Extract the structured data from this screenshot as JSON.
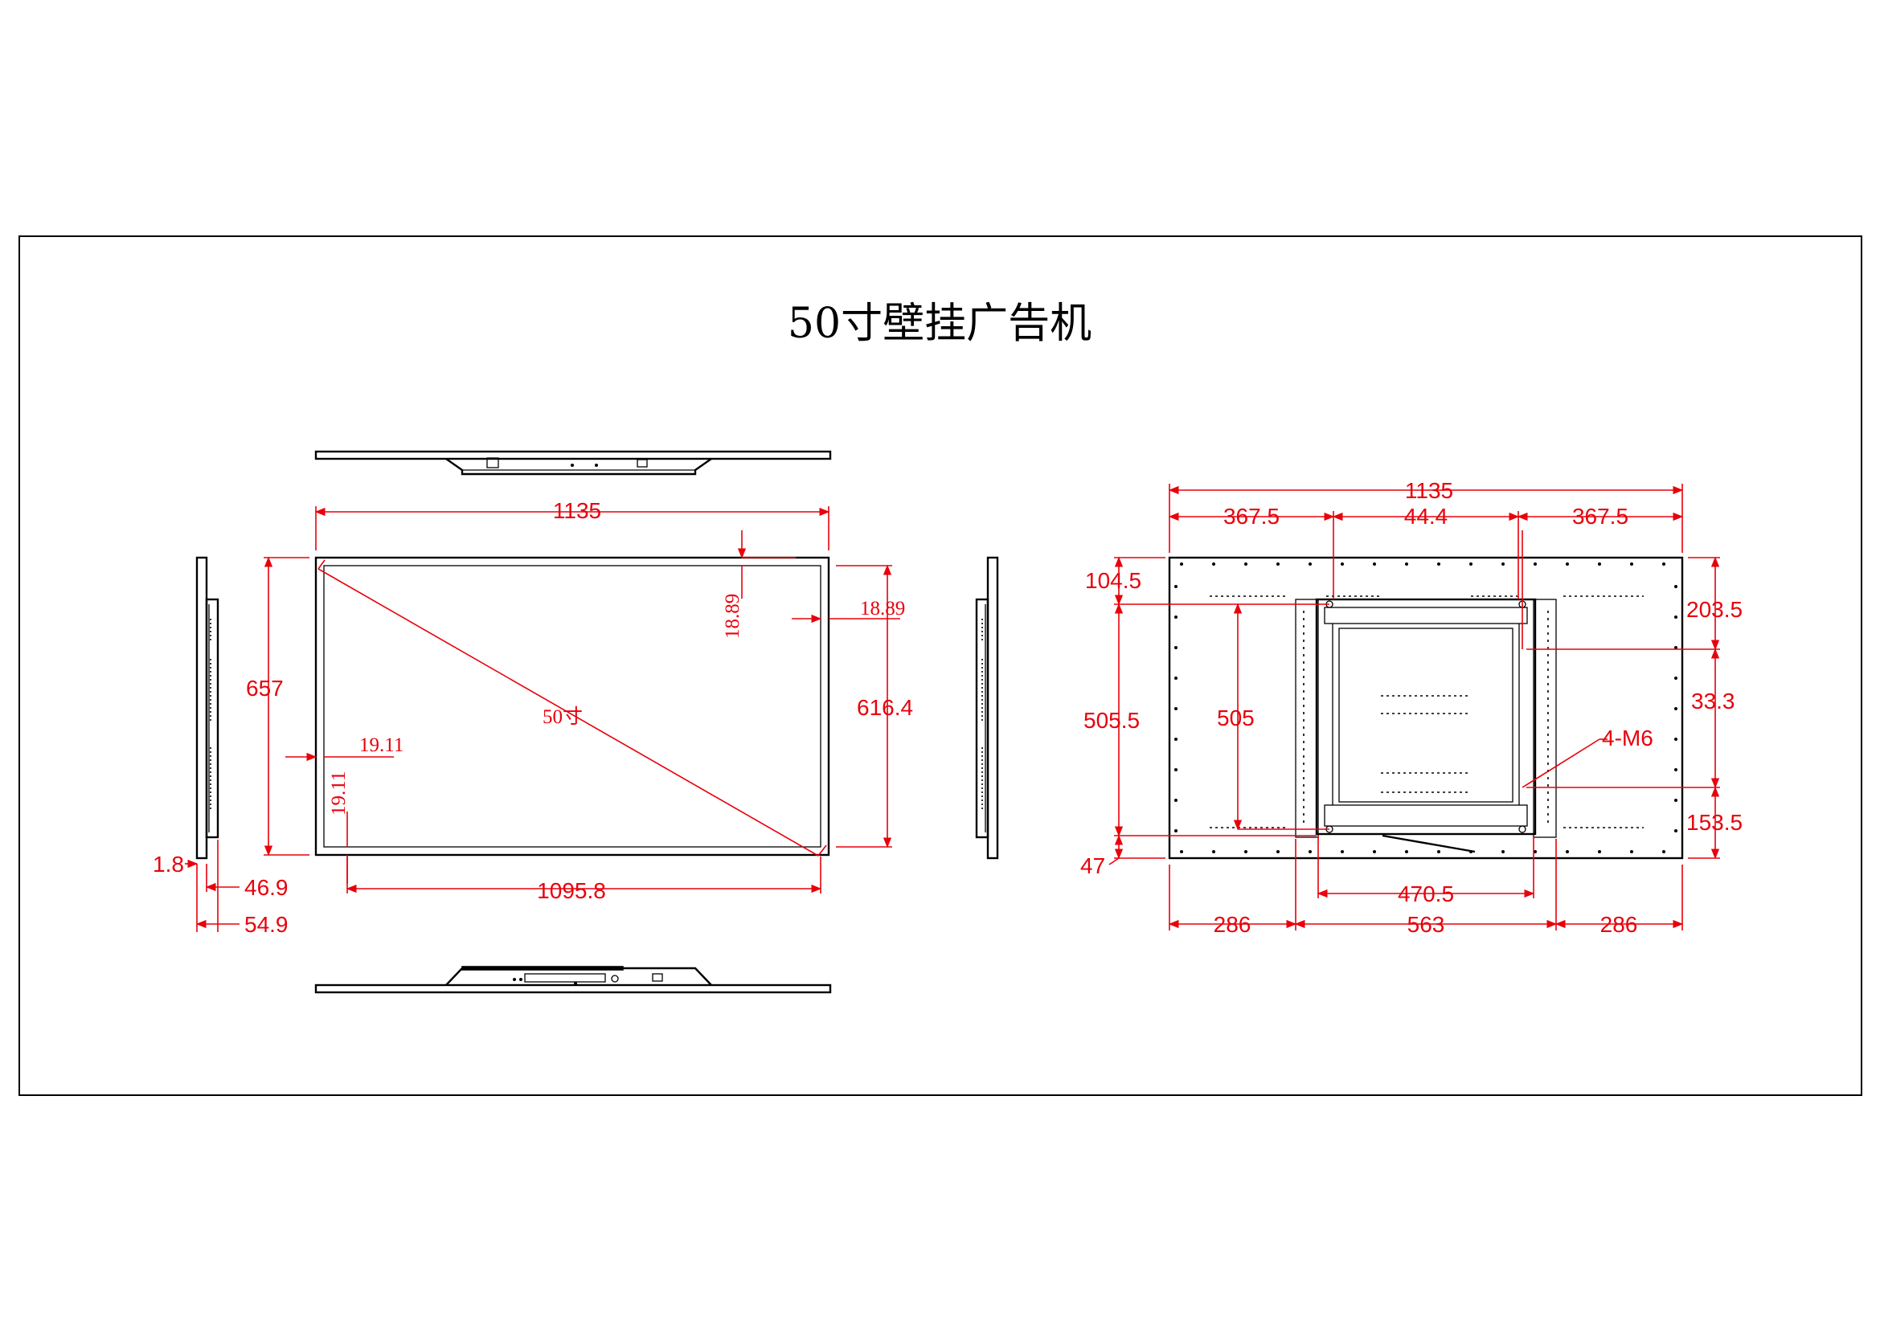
{
  "title": "50寸壁挂广告机",
  "diagonal_label": "50寸",
  "front": {
    "width": "1135",
    "height": "657",
    "screen_width": "1095.8",
    "screen_height": "616.4",
    "border_top": "18.89",
    "border_right": "18.89",
    "border_left": "19.11",
    "border_bottom": "19.11"
  },
  "side": {
    "bezel": "1.8",
    "depth_inner": "46.9",
    "depth_total": "54.9"
  },
  "rear": {
    "width": "1135",
    "left_offset": "367.5",
    "center_gap": "44.4",
    "right_offset": "367.5",
    "top_offset": "104.5",
    "bracket_height": "505.5",
    "hole_vertical": "505",
    "bottom_offset": "47",
    "right_top": "203.5",
    "right_mid": "33.3",
    "right_bottom": "153.5",
    "screw_spec": "4-M6",
    "hole_horizontal": "470.5",
    "bottom_left": "286",
    "bottom_center": "563",
    "bottom_right": "286"
  },
  "colors": {
    "dimension": "#e8000b",
    "outline": "#000000"
  }
}
